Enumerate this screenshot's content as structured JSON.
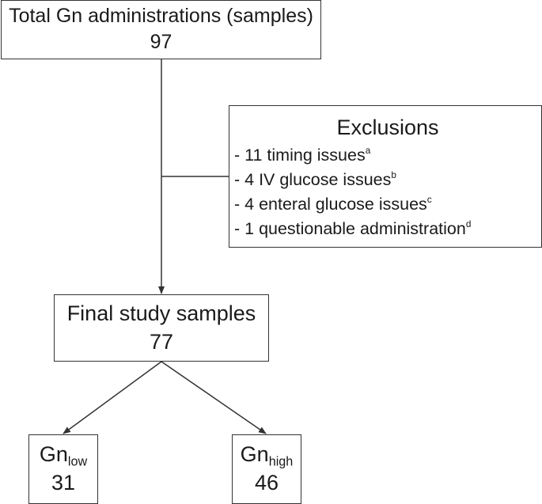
{
  "total": {
    "label": "Total Gn administrations (samples)",
    "count": "97"
  },
  "exclusions": {
    "title": "Exclusions",
    "items": [
      {
        "text": "- 11 timing issues",
        "note": "a"
      },
      {
        "text": "- 4 IV glucose issues",
        "note": "b"
      },
      {
        "text": "- 4 enteral glucose issues",
        "note": "c"
      },
      {
        "text": "- 1 questionable administration",
        "note": "d"
      }
    ]
  },
  "final": {
    "label": "Final study samples",
    "count": "77"
  },
  "groups": {
    "low": {
      "base": "Gn",
      "subscript": "low",
      "count": "31"
    },
    "high": {
      "base": "Gn",
      "subscript": "high",
      "count": "46"
    }
  },
  "colors": {
    "line": "#333333",
    "text": "#1a1a1a"
  }
}
